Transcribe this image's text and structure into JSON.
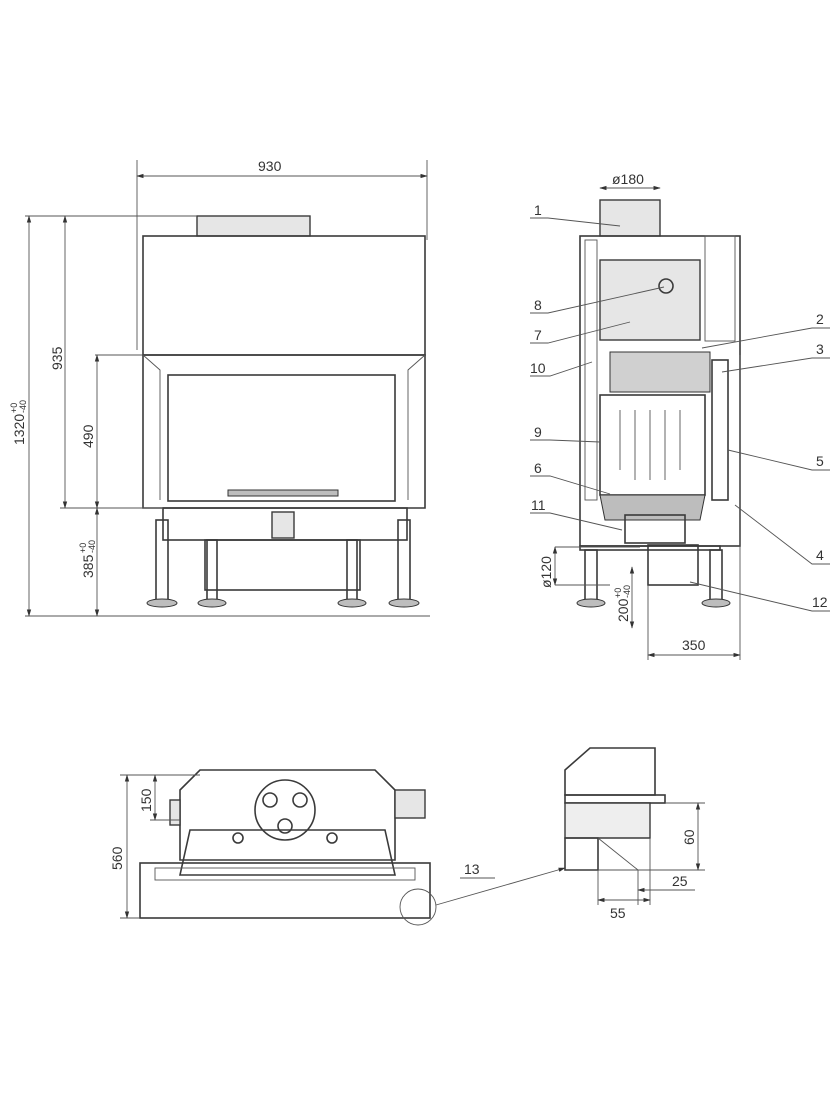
{
  "front_view": {
    "width_dim": "930",
    "height_dim_upper": "935",
    "total_height_dim": "1320",
    "total_height_tol_plus": "+0",
    "total_height_tol_minus": "-40",
    "opening_height_dim": "490",
    "base_height_dim": "385",
    "base_height_tol_plus": "+0",
    "base_height_tol_minus": "-40"
  },
  "side_view": {
    "flue_dim": "ø180",
    "air_inlet_dim": "ø120",
    "inlet_height_dim": "200",
    "inlet_height_tol_plus": "+0",
    "inlet_height_tol_minus": "-40",
    "depth_dim": "350",
    "callouts": [
      "1",
      "2",
      "3",
      "4",
      "5",
      "6",
      "7",
      "8",
      "9",
      "10",
      "11",
      "12"
    ]
  },
  "plan_view": {
    "offset_dim": "150",
    "depth_dim": "560",
    "detail_callout": "13"
  },
  "detail_view": {
    "height_dim": "60",
    "inner_dim": "25",
    "outer_dim": "55"
  }
}
